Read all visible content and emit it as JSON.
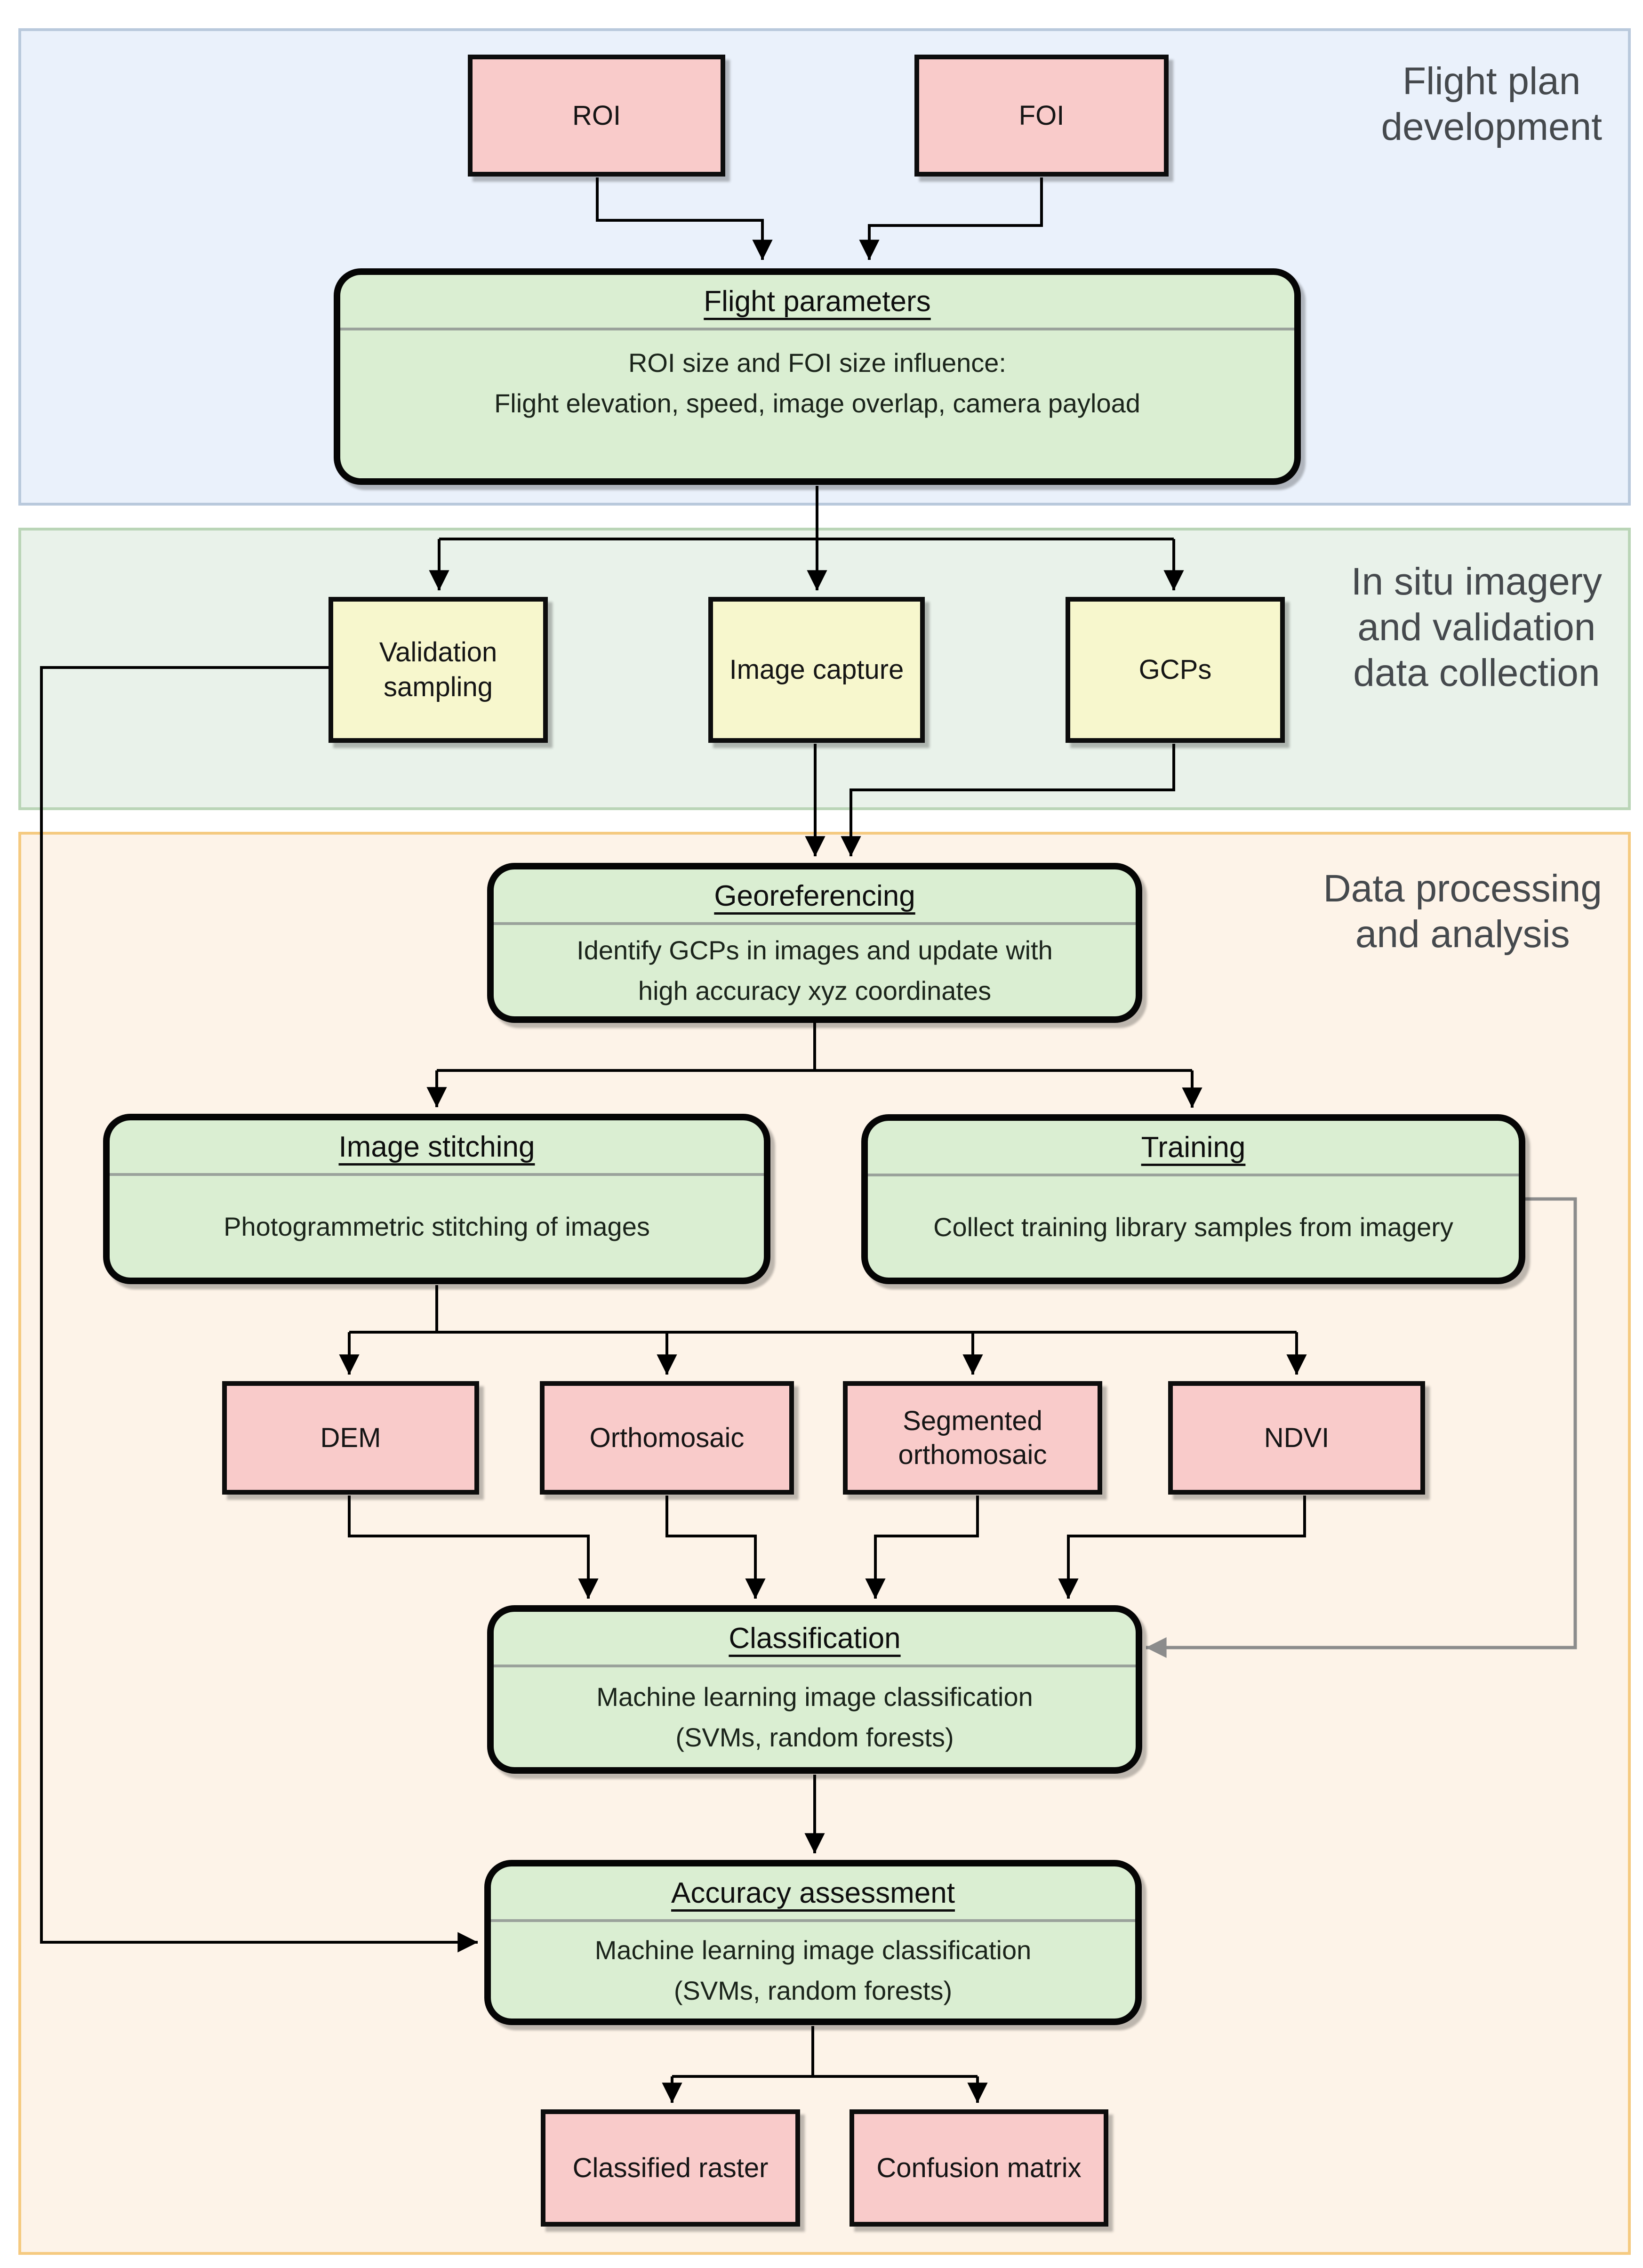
{
  "sections": {
    "flight_plan": {
      "label_lines": [
        "Flight plan",
        "development"
      ]
    },
    "in_situ": {
      "label_lines": [
        "In situ imagery",
        "and validation",
        "data collection"
      ]
    },
    "data_processing": {
      "label_lines": [
        "Data processing",
        "and analysis"
      ]
    }
  },
  "nodes": {
    "roi": {
      "label": "ROI"
    },
    "foi": {
      "label": "FOI"
    },
    "flight_parameters": {
      "title": "Flight parameters",
      "body": [
        "ROI size and FOI size influence:",
        "Flight elevation, speed, image overlap, camera payload"
      ]
    },
    "validation_sampling": {
      "label": "Validation sampling"
    },
    "image_capture": {
      "label": "Image capture"
    },
    "gcps": {
      "label": "GCPs"
    },
    "georeferencing": {
      "title": "Georeferencing",
      "body": [
        "Identify GCPs in images and update with",
        "high accuracy xyz coordinates"
      ]
    },
    "image_stitching": {
      "title": "Image stitching",
      "body": [
        "Photogrammetric stitching of images"
      ]
    },
    "training": {
      "title": "Training",
      "body": [
        "Collect training library samples from imagery"
      ]
    },
    "dem": {
      "label": "DEM"
    },
    "orthomosaic": {
      "label": "Orthomosaic"
    },
    "segmented_orthomosaic": {
      "label": "Segmented orthomosaic"
    },
    "ndvi": {
      "label": "NDVI"
    },
    "classification": {
      "title": "Classification",
      "body": [
        "Machine learning image classification",
        "(SVMs, random forests)"
      ]
    },
    "accuracy_assessment": {
      "title": "Accuracy assessment",
      "body": [
        "Machine learning image classification",
        "(SVMs, random forests)"
      ]
    },
    "classified_raster": {
      "label": "Classified raster"
    },
    "confusion_matrix": {
      "label": "Confusion matrix"
    }
  },
  "colors": {
    "terminal_fill": "#f9cbca",
    "collect_fill": "#f7f7cd",
    "process_fill": "#daeed2",
    "node_border": "#0d0d0d",
    "section_flight_fill": "#eaf1fb",
    "section_flight_border": "#b9c9dc",
    "section_insitu_fill": "#e9f2ea",
    "section_insitu_border": "#bad5b7",
    "section_processing_fill": "#fdf3e8",
    "section_processing_border": "#f5ca80",
    "connector": "#000000",
    "connector_feedback": "#8c8c8c"
  }
}
